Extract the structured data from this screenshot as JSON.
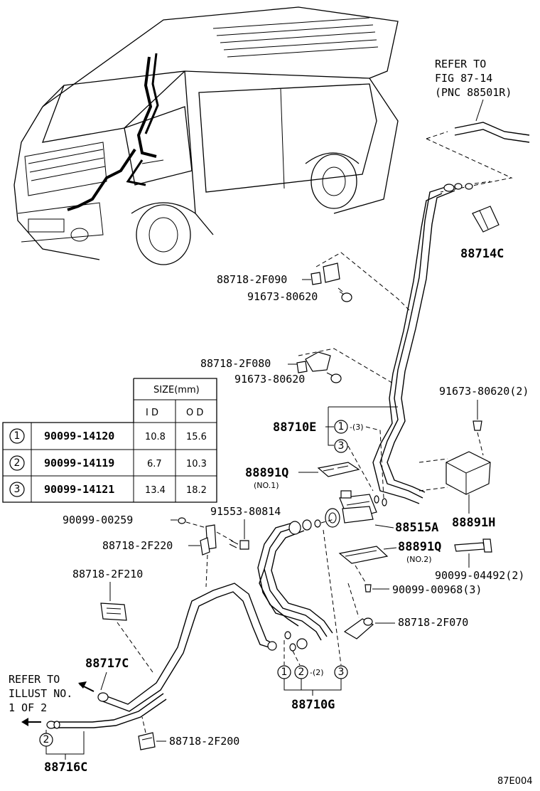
{
  "references": {
    "top_right": [
      "REFER TO",
      "FIG 87-14",
      "(PNC 88501R)"
    ],
    "bottom_left": [
      "REFER TO",
      "ILLUST NO.",
      "1 OF 2"
    ]
  },
  "figure_id": "87E004",
  "part_labels": {
    "p88714C": "88714C",
    "p88718_2F090": "88718-2F090",
    "p91673_80620_a": "91673-80620",
    "p88718_2F080": "88718-2F080",
    "p91673_80620_b": "91673-80620",
    "p91673_80620_2": "91673-80620(2)",
    "p88710E": "88710E",
    "p88891Q_1": "88891Q",
    "p88891Q_1_sub": "(NO.1)",
    "p88891H": "88891H",
    "p88515A": "88515A",
    "p88891Q_2": "88891Q",
    "p88891Q_2_sub": "(NO.2)",
    "p90099_04492": "90099-04492(2)",
    "p90099_00968": "90099-00968(3)",
    "p88718_2F070": "88718-2F070",
    "p90099_00259": "90099-00259",
    "p91553_80814": "91553-80814",
    "p88718_2F220": "88718-2F220",
    "p88718_2F210": "88718-2F210",
    "p88717C": "88717C",
    "p88718_2F200": "88718-2F200",
    "p88716C": "88716C",
    "p88710G": "88710G"
  },
  "circle_refs": {
    "e1": "1",
    "e1_qty": "-(3)",
    "e3": "3",
    "g1": "1",
    "g2": "2",
    "g2_qty": "-(2)",
    "g3": "3",
    "c2": "2"
  },
  "oring_table": {
    "header_size": "SIZE(mm)",
    "col_id": "I D",
    "col_od": "O D",
    "rows": [
      {
        "ref": "1",
        "part": "90099-14120",
        "id": "10.8",
        "od": "15.6"
      },
      {
        "ref": "2",
        "part": "90099-14119",
        "id": "6.7",
        "od": "10.3"
      },
      {
        "ref": "3",
        "part": "90099-14121",
        "id": "13.4",
        "od": "18.2"
      }
    ]
  }
}
